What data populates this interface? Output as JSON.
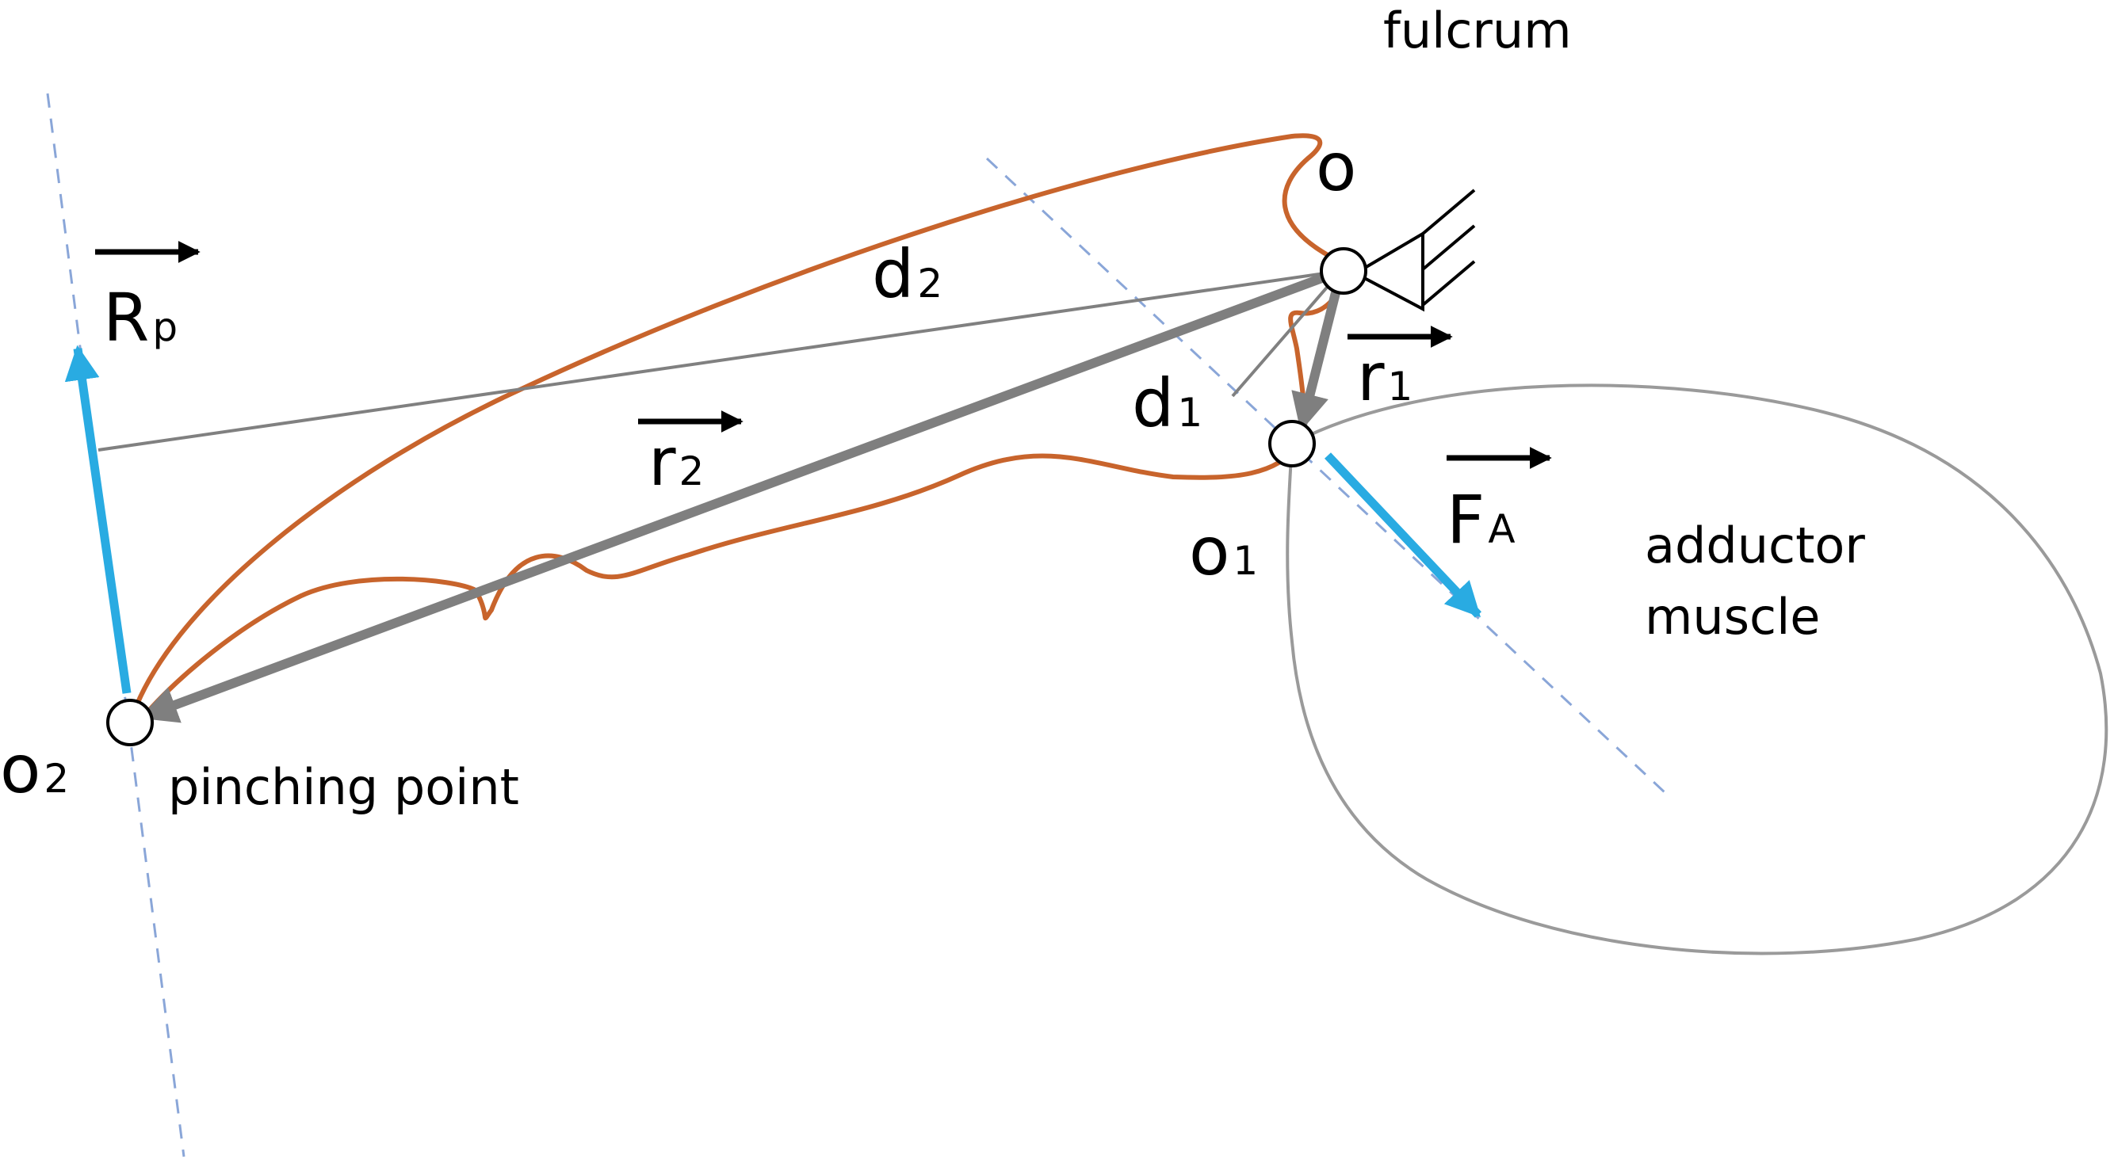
{
  "labels": {
    "fulcrum": "fulcrum",
    "pivot": "o",
    "point1": "o",
    "point1_sub": "1",
    "point2": "o",
    "point2_sub": "2",
    "d2": "d",
    "d2_sub": "2",
    "d1": "d",
    "d1_sub": "1",
    "r1": "r",
    "r1_sub": "1",
    "r2": "r",
    "r2_sub": "2",
    "Rp": "R",
    "Rp_sub": "p",
    "FA": "F",
    "FA_sub": "A",
    "muscle_line1": "adductor",
    "muscle_line2": "muscle",
    "pinching": "pinching point"
  },
  "colors": {
    "claw_outline": "#c8642c",
    "force_vector": "#29abe2",
    "position_vector": "#7f7f7f",
    "thin_line": "#808080",
    "muscle_outline": "#9a9a9a",
    "dashed_axis": "#8aa6d8",
    "vector_arrow_mark": "#000000"
  }
}
